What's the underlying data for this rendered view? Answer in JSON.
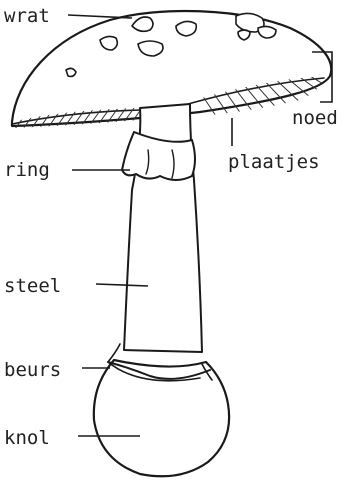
{
  "labels": {
    "wrat": "wrat",
    "noed": "noed",
    "ring": "ring",
    "plaatjes": "plaatjes",
    "steel": "steel",
    "beurs": "beurs",
    "knol": "knol"
  }
}
